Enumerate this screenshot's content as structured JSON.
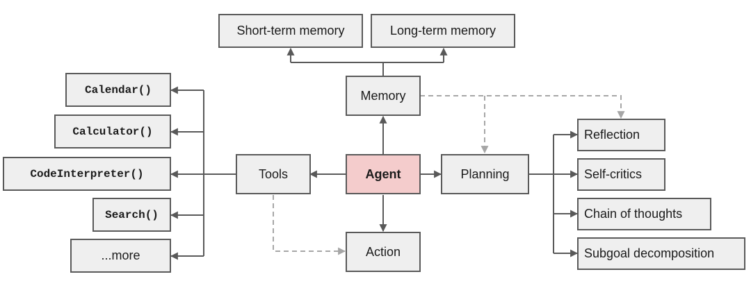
{
  "nodes": {
    "short_term_memory": "Short-term memory",
    "long_term_memory": "Long-term memory",
    "memory": "Memory",
    "tools": "Tools",
    "agent": "Agent",
    "planning": "Planning",
    "action": "Action",
    "calendar": "Calendar()",
    "calculator": "Calculator()",
    "code_interpreter": "CodeInterpreter()",
    "search": "Search()",
    "more": "...more",
    "reflection": "Reflection",
    "self_critics": "Self-critics",
    "chain_of_thoughts": "Chain of thoughts",
    "subgoal_decomposition": "Subgoal decomposition"
  },
  "colors": {
    "agent_fill": "#f4cccc",
    "node_fill": "#efefef",
    "border": "#595959",
    "dashed_line": "#a6a6a6"
  }
}
